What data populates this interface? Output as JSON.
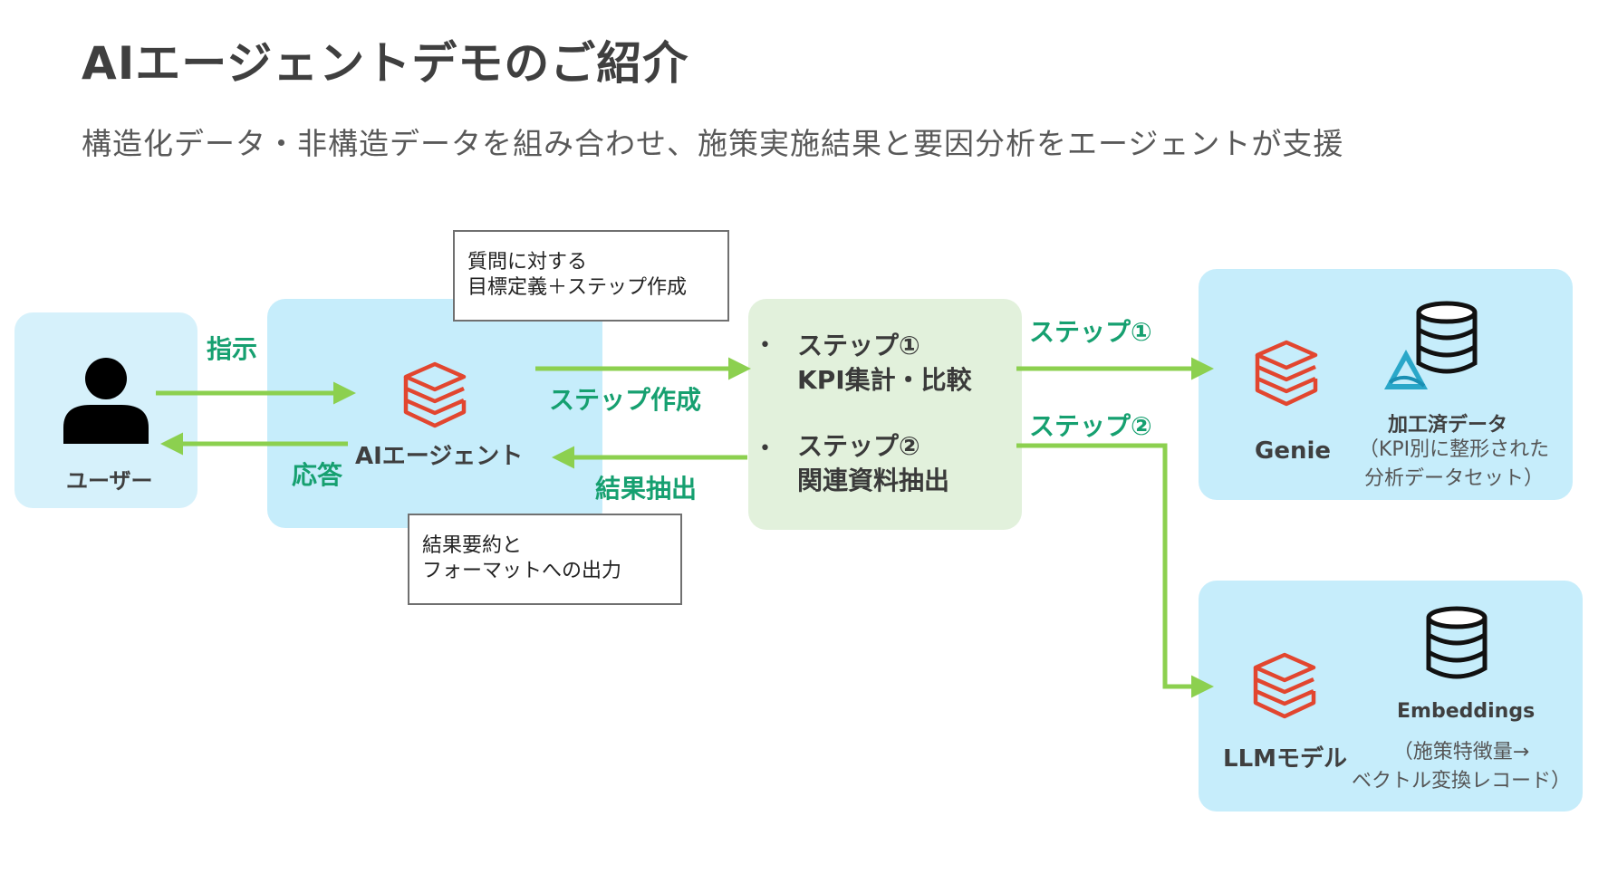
{
  "title": "AIエージェントデモのご紹介",
  "subtitle": "構造化データ・非構造データを組み合わせ、施策実施結果と要因分析をエージェントが支援",
  "user": {
    "label": "ユーザー"
  },
  "agent": {
    "label": "AIエージェント"
  },
  "arrows": {
    "instruction": "指示",
    "response": "応答",
    "create_steps": "ステップ作成",
    "extract_results": "結果抽出",
    "step1": "ステップ①",
    "step2": "ステップ②"
  },
  "notes": {
    "plan": [
      "質問に対する",
      "目標定義＋ステップ作成"
    ],
    "summary": [
      "結果要約と",
      "フォーマットへの出力"
    ]
  },
  "steps": [
    {
      "bullet": "•",
      "lines": [
        "ステップ①",
        "KPI集計・比較"
      ]
    },
    {
      "bullet": "•",
      "lines": [
        "ステップ②",
        "関連資料抽出"
      ]
    }
  ],
  "genie": {
    "label": "Genie",
    "data_title": "加工済データ",
    "data_desc": [
      "（KPI別に整形された",
      "分析データセット）"
    ]
  },
  "llm": {
    "label": "LLMモデル",
    "data_title": "Embeddings",
    "data_desc": [
      "（施策特徴量→",
      "ベクトル変換レコード）"
    ]
  },
  "colors": {
    "arrow_green": "#8cd04f",
    "label_green": "#16a070",
    "brand_red": "#e2462f",
    "panel_blue": "#c6edfb",
    "panel_green": "#e2f1dc"
  }
}
